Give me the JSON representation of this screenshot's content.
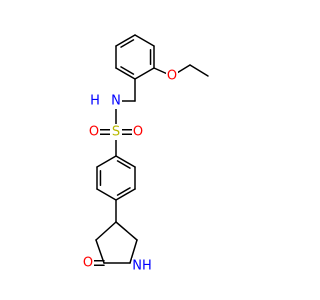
{
  "molecule": {
    "bond_color": "#000000",
    "atom_labels": [
      {
        "key": "o_ether",
        "text": "O",
        "color": "#ff0000"
      },
      {
        "key": "nh_sulfonamide",
        "text": "N",
        "color": "#0000ff"
      },
      {
        "key": "h_sulfonamide",
        "text": "H",
        "color": "#0000ff"
      },
      {
        "key": "s_sulfonyl",
        "text": "S",
        "color": "#b8b800"
      },
      {
        "key": "o_sulfonyl_left",
        "text": "O",
        "color": "#ff0000"
      },
      {
        "key": "o_sulfonyl_right",
        "text": "O",
        "color": "#ff0000"
      },
      {
        "key": "nh_lactam",
        "text": "NH",
        "color": "#0000ff"
      },
      {
        "key": "o_lactam",
        "text": "O",
        "color": "#ff0000"
      }
    ]
  }
}
